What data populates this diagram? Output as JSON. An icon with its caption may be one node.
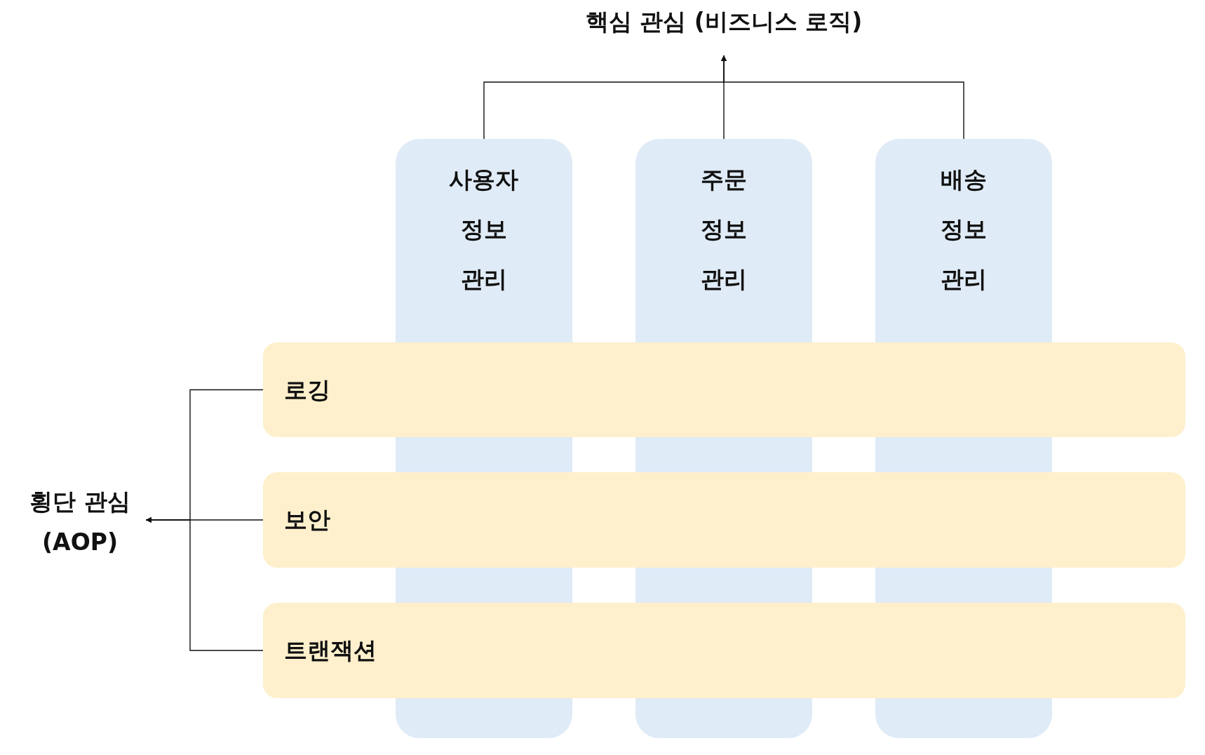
{
  "diagram": {
    "nodes": [
      {
        "text": [
          "핵심 관심 (비즈니스 로직)"
        ]
      },
      {
        "text": [
          "사용자 정보 관리"
        ]
      },
      {
        "text": [
          "주문 정보 관리"
        ]
      },
      {
        "text": [
          "배송 정보 관리"
        ]
      },
      {
        "text": [
          "로깅"
        ]
      },
      {
        "text": [
          "보안"
        ]
      },
      {
        "text": [
          "트랜잭션"
        ]
      },
      {
        "text": [
          "횡단 관심 (AOP)"
        ]
      }
    ],
    "edges": [
      {
        "from": 1,
        "to": 0,
        "arrow": "to"
      },
      {
        "from": 2,
        "to": 0,
        "arrow": "to"
      },
      {
        "from": 3,
        "to": 0,
        "arrow": "to"
      },
      {
        "from": 4,
        "to": 7,
        "arrow": "to"
      },
      {
        "from": 5,
        "to": 7,
        "arrow": "to"
      },
      {
        "from": 6,
        "to": 7,
        "arrow": "to"
      }
    ]
  }
}
